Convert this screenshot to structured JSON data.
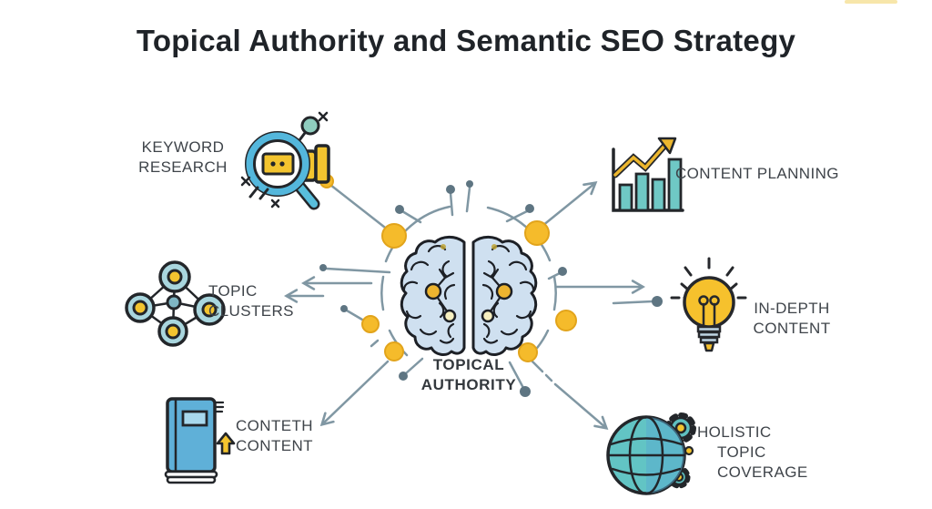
{
  "title": "Topical Authority and Semantic SEO Strategy",
  "center": {
    "label_line1": "TOPICAL",
    "label_line2": "AUTHORITY",
    "icon": "brain-icon"
  },
  "nodes": [
    {
      "id": "keyword-research",
      "label_line1": "KEYWORD",
      "label_line2": "RESEARCH",
      "icon": "magnifier-key-icon"
    },
    {
      "id": "content-planning",
      "label_line1": "CONTENT PLANNING",
      "label_line2": "",
      "icon": "bar-chart-growth-icon"
    },
    {
      "id": "topic-clusters",
      "label_line1": "TOPIC",
      "label_line2": "CLUSTERS",
      "icon": "network-cluster-icon"
    },
    {
      "id": "in-depth-content",
      "label_line1": "IN-DEPTH",
      "label_line2": "CONTENT",
      "icon": "lightbulb-icon"
    },
    {
      "id": "conteth-content",
      "label_line1": "CONTETH",
      "label_line2": "CONTENT",
      "icon": "book-bookmark-icon"
    },
    {
      "id": "holistic-topic-coverage",
      "label_line1": "HOLISTIC",
      "label_line2": "TOPIC COVERAGE",
      "icon": "globe-gears-icon"
    }
  ],
  "colors": {
    "accent_yellow": "#F5BB2B",
    "teal": "#69C6C3",
    "blue": "#58B7DC",
    "connector_gray": "#8097A3",
    "dot_gray": "#5E7582",
    "brain_fill": "#CFE0F0",
    "outline_dark": "#23262A",
    "label_text": "#3F444A",
    "title_text": "#1F2328"
  }
}
